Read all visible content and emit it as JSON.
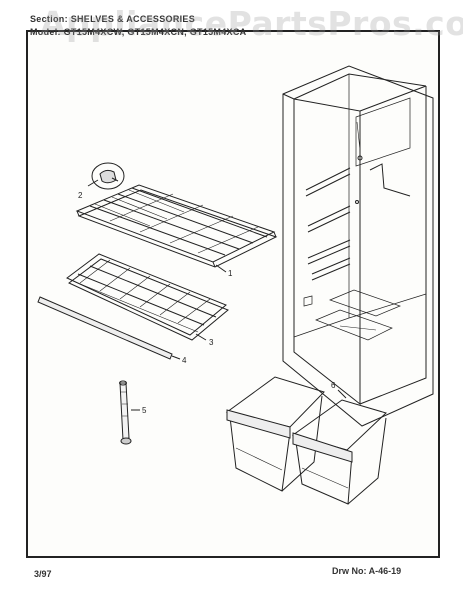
{
  "header": {
    "section": "Section:  SHELVES & ACCESSORIES",
    "model": "Model: GT15M4XCW, GT15M4XCN, GT15M4XCA"
  },
  "watermark": "AppliancePartsPros.com",
  "callouts": {
    "c1": "1",
    "c2": "2",
    "c3": "3",
    "c4": "4",
    "c5": "5",
    "c6": "6"
  },
  "footer": {
    "date": "3/97",
    "drawing_no": "Drw No:  A-46-19"
  }
}
